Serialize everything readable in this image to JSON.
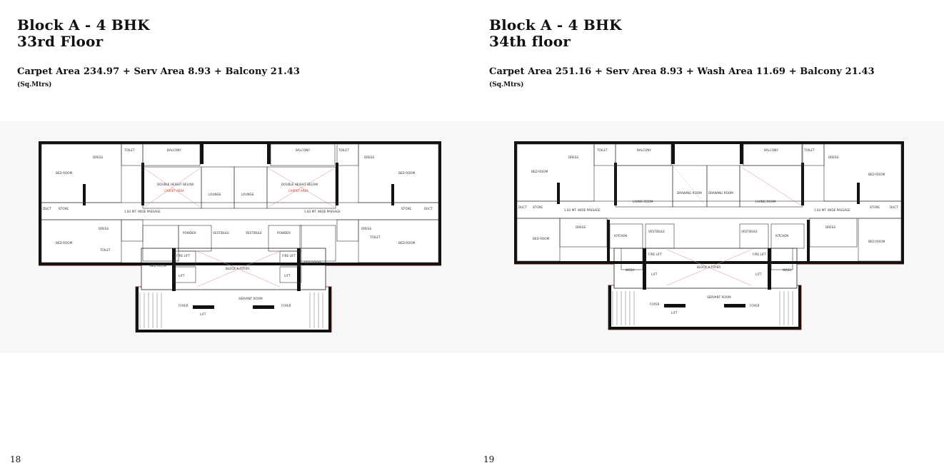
{
  "left_page": {
    "title_line1": "Block A - 4 BHK",
    "title_line2": "33rd Floor",
    "area_text": "Carpet Area 234.97 + Serv Area 8.93 + Balcony 21.43",
    "unit_text": "(Sq.Mtrs)",
    "page_number": "18",
    "plan": {
      "labels": {
        "dress1": "DRESS",
        "toilet1": "TOILET",
        "balcony1": "BALCONY",
        "balcony2": "BALCONY",
        "toilet2": "TOILET",
        "dress2": "DRESS",
        "bedroom1": "BED ROOM",
        "bedroom2": "BED ROOM",
        "dh1": "DOUBLE HEIGHT BELOW",
        "dh2": "DOUBLE HEIGHT BELOW",
        "lounge1": "LOUNGE",
        "lounge2": "LOUNGE",
        "carpet1": "CARPET AREA",
        "carpet2": "CARPET AREA",
        "store1": "STORE",
        "store2": "STORE",
        "duct1": "DUCT",
        "duct2": "DUCT",
        "passage1": "1.83 MT. WIDE PASSAGE",
        "passage2": "1.83 MT. WIDE PASSAGE",
        "dress3": "DRESS",
        "dress4": "DRESS",
        "powder1": "POWDER",
        "powder2": "POWDER",
        "vest1": "VESTIBULE",
        "vest2": "VESTIBULE",
        "bedroom3": "BED ROOM",
        "bedroom4": "BED ROOM",
        "bedroom5": "BED ROOM",
        "bedroom6": "BED ROOM",
        "toilet3": "TOILET",
        "toilet4": "TOILET",
        "firelift1": "FIRE LIFT",
        "firelift2": "FIRE LIFT",
        "lift1": "LIFT",
        "lift2": "LIFT",
        "foyer": "BLOCK A FOYER",
        "lift3": "LIFT",
        "foyer2": "FOYER",
        "foyer3": "FOYER",
        "servant": "SERVANT ROOM"
      }
    }
  },
  "right_page": {
    "title_line1": "Block A - 4 BHK",
    "title_line2": "34th floor",
    "area_text": "Carpet Area 251.16 + Serv Area 8.93 + Wash Area 11.69 + Balcony 21.43",
    "unit_text": "(Sq.Mtrs)",
    "page_number": "19",
    "plan": {
      "labels": {
        "dress1": "DRESS",
        "toilet1": "TOILET",
        "balcony1": "BALCONY",
        "balcony2": "BALCONY",
        "toilet2": "TOILET",
        "dress2": "DRESS",
        "bedroom1": "BED ROOM",
        "bedroom2": "BED ROOM",
        "living1": "LIVING ROOM",
        "living2": "LIVING ROOM",
        "drawing1": "DRAWING ROOM",
        "drawing2": "DRAWING ROOM",
        "store1": "STORE",
        "store2": "STORE",
        "duct1": "DUCT",
        "duct2": "DUCT",
        "passage1": "1.83 MT. WIDE PASSAGE",
        "passage2": "1.83 MT. WIDE PASSAGE",
        "dress3": "DRESS",
        "dress4": "DRESS",
        "kitchen1": "KITCHEN",
        "kitchen2": "KITCHEN",
        "vest1": "VESTIBULE",
        "vest2": "VESTIBULE",
        "bedroom3": "BED ROOM",
        "bedroom4": "BED ROOM",
        "wash1": "WASH",
        "wash2": "WASH",
        "firelift1": "FIRE LIFT",
        "firelift2": "FIRE LIFT",
        "lift1": "LIFT",
        "lift2": "LIFT",
        "foyer": "BLOCK A FOYER",
        "lift3": "LIFT",
        "foyer2": "FOYER",
        "foyer3": "FOYER",
        "servant": "SERVANT ROOM"
      }
    }
  }
}
